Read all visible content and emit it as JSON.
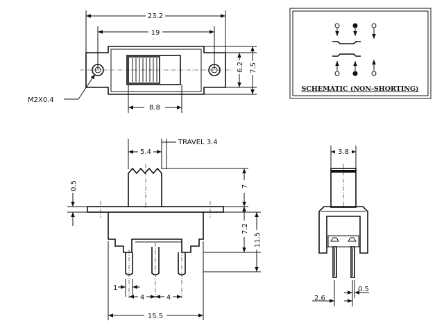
{
  "top_view": {
    "overall_length": "23.2",
    "hole_pitch": "19",
    "slot_length": "8.8",
    "body_width": "6.2",
    "overall_width": "7.5",
    "hole_callout": "M2X0.4"
  },
  "schematic": {
    "caption": "SCHEMATIC (NON-SHORTING)"
  },
  "front_view": {
    "actuator_width": "5.4",
    "travel_label": "TRAVEL 3.4",
    "flange_thickness": "0.5",
    "actuator_height": "7",
    "body_height": "7.2",
    "total_height": "11.5",
    "pin_width": "1",
    "pin_pitch_1": "4",
    "pin_pitch_2": "4",
    "overall_length": "15.5"
  },
  "side_view": {
    "actuator_width": "3.8",
    "pin_spacing": "2.6",
    "pin_thickness": "0.5"
  }
}
